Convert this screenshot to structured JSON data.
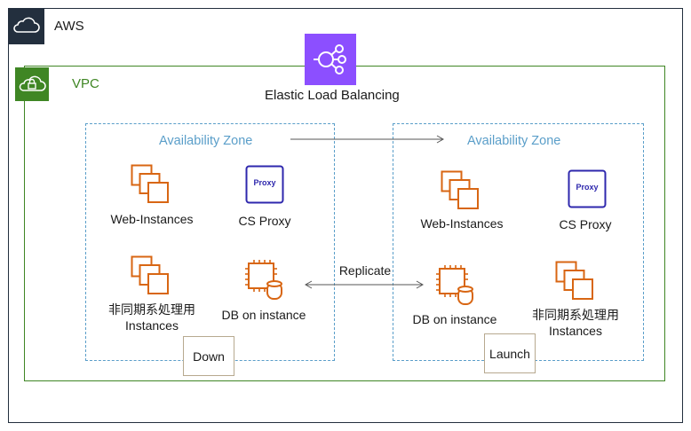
{
  "aws": {
    "label": "AWS"
  },
  "vpc": {
    "label": "VPC"
  },
  "elb": {
    "label": "Elastic Load Balancing"
  },
  "zone_left": {
    "title": "Availability Zone",
    "web_label": "Web-Instances",
    "proxy_label": "CS Proxy",
    "proxy_badge": "Proxy",
    "async_label_line1": "非同期系処理用",
    "async_label_line2": "Instances",
    "db_label": "DB on instance",
    "status": "Down"
  },
  "zone_right": {
    "title": "Availability Zone",
    "web_label": "Web-Instances",
    "proxy_label": "CS Proxy",
    "proxy_badge": "Proxy",
    "async_label_line1": "非同期系処理用",
    "async_label_line2": "Instances",
    "db_label": "DB on instance",
    "status": "Launch"
  },
  "replicate": {
    "label": "Replicate"
  },
  "colors": {
    "aws_dark": "#232f3e",
    "vpc_green": "#3f8624",
    "elb_purple": "#8c4fff",
    "az_blue": "#5a9ec9",
    "ec2_orange": "#d86613",
    "proxy_navy": "#2e27ad"
  }
}
